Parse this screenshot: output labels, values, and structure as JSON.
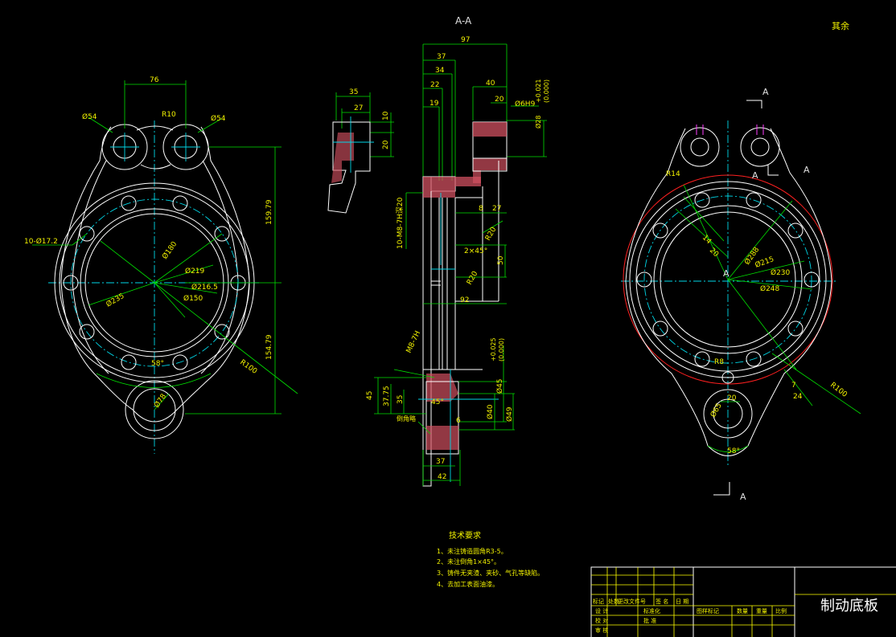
{
  "corner_label": "其余",
  "section_title": "A-A",
  "colors": {
    "outline": "#ffffff",
    "dimension": "#00e000",
    "text": "#f2f200",
    "center": "#00d8e8",
    "hatch": "#ff3030",
    "section": "#e06070"
  },
  "front_view": {
    "dims": [
      "76",
      "R10",
      "Ø54",
      "Ø54",
      "159.79",
      "154.79",
      "10-Ø17.2",
      "Ø180",
      "Ø219",
      "Ø216.5",
      "Ø150",
      "Ø235",
      "58°",
      "R100",
      "Ø78"
    ]
  },
  "section_view": {
    "dims": [
      "97",
      "37",
      "34",
      "22",
      "19",
      "40",
      "20",
      "Ø6H9",
      "Ø28",
      "+0.021",
      "(0.000)",
      "35",
      "27",
      "10",
      "20",
      "10-M8-7H深20",
      "8",
      "27",
      "R20",
      "2×45°",
      "50",
      "R20",
      "92",
      "M8-7H",
      "Ø45",
      "+0.025",
      "(0.000)",
      "45",
      "37.75",
      "35",
      "45°",
      "6",
      "Ø40",
      "Ø49",
      "倒角略",
      "37",
      "42"
    ]
  },
  "right_view": {
    "dims": [
      "A",
      "A",
      "A",
      "A",
      "R14",
      "14",
      "20",
      "Ø288",
      "Ø215",
      "Ø230",
      "Ø248",
      "R8",
      "20",
      "7",
      "24",
      "R100",
      "Ø65",
      "58°"
    ]
  },
  "notes": {
    "title": "技术要求",
    "items": [
      "1、未注铸造圆角R3-5。",
      "2、未注倒角1×45°。",
      "3、铸件无夹渣、夹砂、气孔等缺陷。",
      "4、去加工表面油漆。"
    ]
  },
  "title_block": {
    "part_name": "制动底板",
    "revision_headers": [
      "标记",
      "处数",
      "更改文件号",
      "签 名",
      "日 期"
    ],
    "row_labels": [
      "设 计",
      "校 对",
      "审 核"
    ],
    "mid_labels": [
      "标准化",
      "批 准"
    ],
    "info_headers": [
      "图样标记",
      "数量",
      "重量",
      "比例"
    ]
  }
}
